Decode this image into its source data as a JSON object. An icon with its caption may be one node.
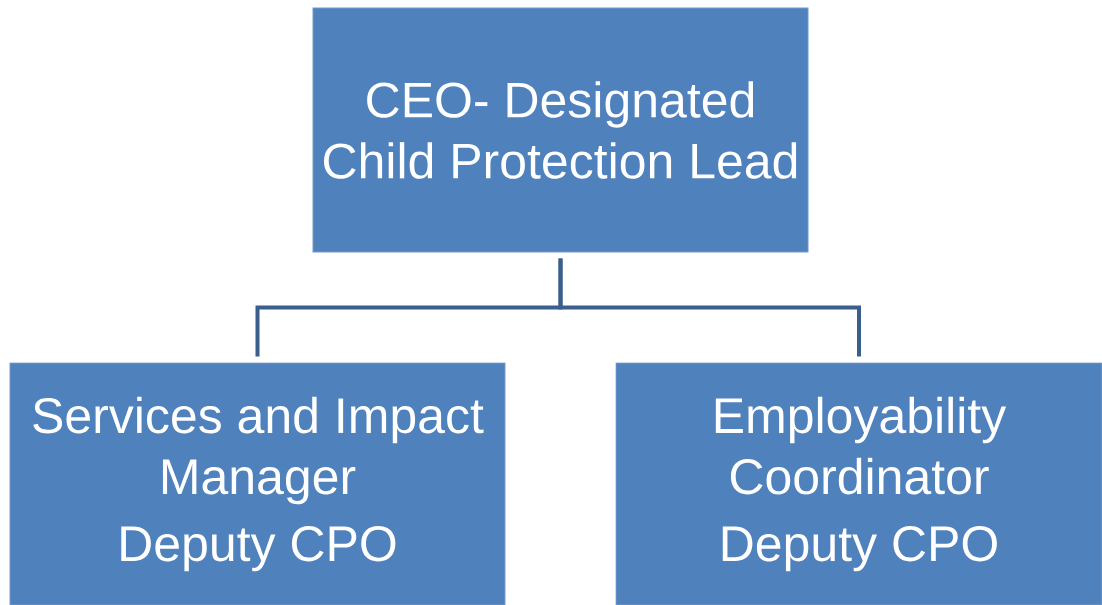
{
  "diagram": {
    "nodes": [
      {
        "text": [
          "CEO- Designated Child Protection Lead"
        ]
      },
      {
        "text": [
          "Services and Impact Manager",
          "Deputy CPO"
        ]
      },
      {
        "text": [
          "Employability Coordinator",
          "Deputy CPO"
        ]
      }
    ],
    "edges": [
      {
        "from": 0,
        "to": 1,
        "arrow": "none"
      },
      {
        "from": 0,
        "to": 2,
        "arrow": "none"
      }
    ]
  }
}
